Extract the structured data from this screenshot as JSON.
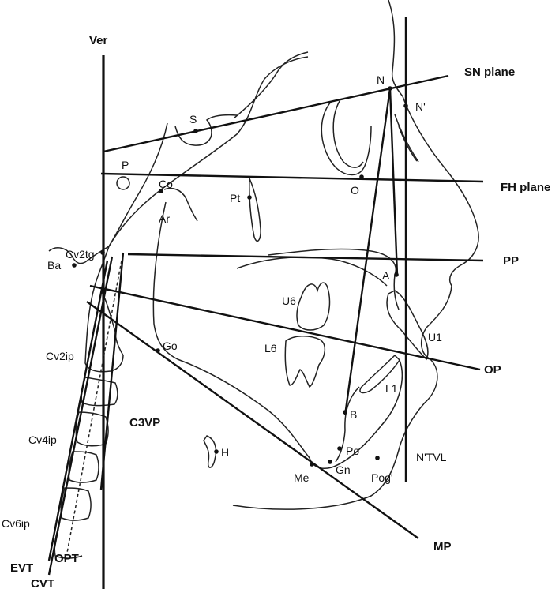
{
  "labels": {
    "ver": "Ver",
    "sn_plane": "SN plane",
    "fh_plane": "FH plane",
    "pp": "PP",
    "op": "OP",
    "mp": "MP",
    "c3vp": "C3VP",
    "ntvl": "N'TVL",
    "evt": "EVT",
    "cvt": "CVT",
    "opt": "OPT"
  },
  "points": {
    "N": "N",
    "N_prime": "N'",
    "S": "S",
    "P": "P",
    "Co": "Co",
    "Ar": "Ar",
    "Pt": "Pt",
    "O": "O",
    "A": "A",
    "U1": "U1",
    "U6": "U6",
    "L6": "L6",
    "L1": "L1",
    "B": "B",
    "Po": "Po",
    "Gn": "Gn",
    "Me": "Me",
    "Pog_prime": "Pog'",
    "Go": "Go",
    "H": "H",
    "Ba": "Ba",
    "Cv2tg": "Cv2tg",
    "Cv2ip": "Cv2ip",
    "Cv4ip": "Cv4ip",
    "Cv6ip": "Cv6ip"
  }
}
